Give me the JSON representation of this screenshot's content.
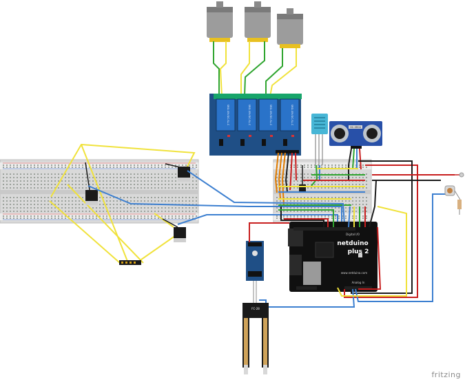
{
  "watermark": "fritzing",
  "relay_module": {
    "channel_labels": [
      "SRD-05VDC-SL-C",
      "SRD-05VDC-SL-C",
      "SRD-05VDC-SL-C",
      "SRD-05VDC-SL-C"
    ]
  },
  "ultrasonic_sensor": {
    "label": "HC-SR04"
  },
  "soil_sensor": {
    "label": "FC-28"
  },
  "board": {
    "brand_line1": "netduino",
    "brand_line2": "plus 2",
    "website": "www.netduino.com",
    "digital_label": "Digital I/O",
    "analog_label": "Analog In"
  },
  "colors": {
    "breadboard": "#d8d8d8",
    "relay_board": "#1f4f86",
    "relay_cube": "#2a73c9",
    "netduino": "#101010",
    "wire_yellow": "#f0e23a",
    "wire_green": "#2fa52f",
    "wire_red": "#c81e1e",
    "wire_blue": "#3c7fd0",
    "wire_dark": "#1a1a1a",
    "dht_body": "#47b6d6",
    "motor_body": "#9c9c9c"
  }
}
